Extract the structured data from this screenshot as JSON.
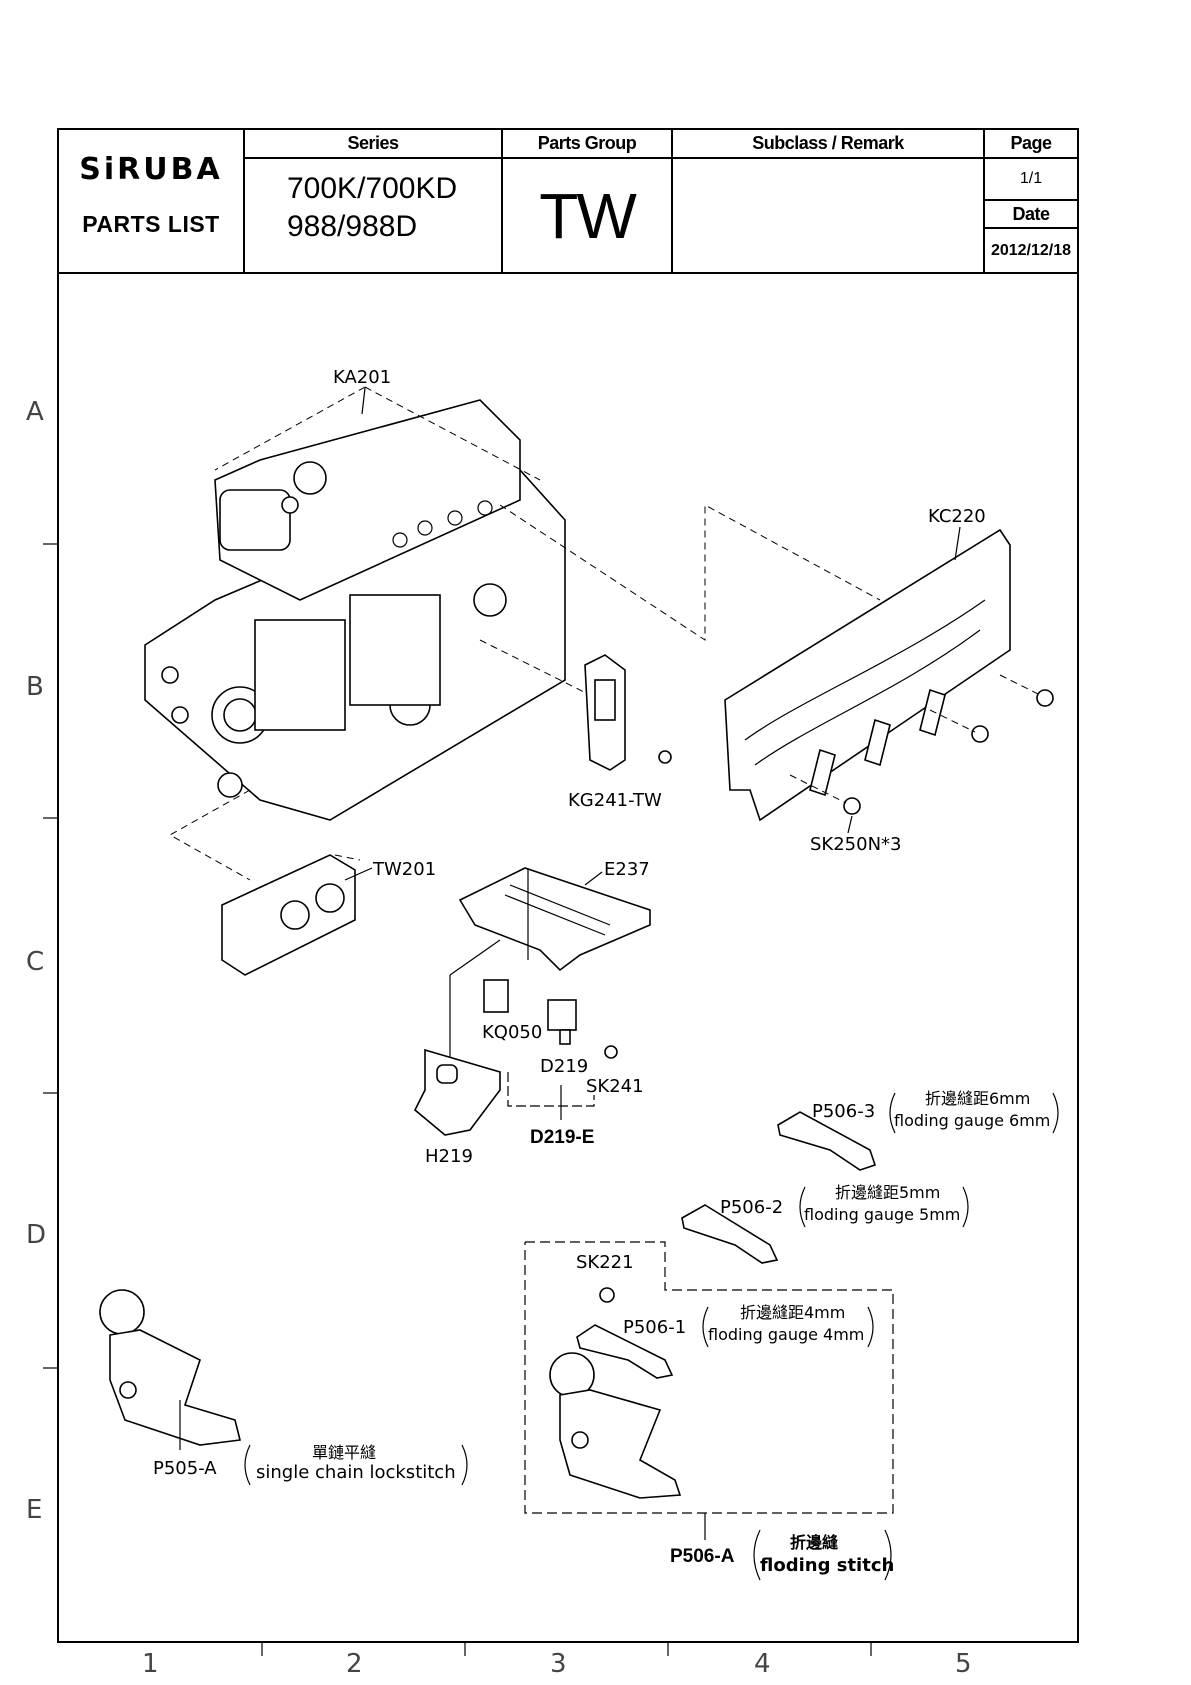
{
  "header": {
    "logo": "SiRUBA",
    "doc_type": "PARTS LIST",
    "series_label": "Series",
    "series_line1": "700K/700KD",
    "series_line2": "988/988D",
    "group_label": "Parts Group",
    "group_value": "TW",
    "remark_label": "Subclass / Remark",
    "remark_value": "",
    "page_label": "Page",
    "page_value": "1/1",
    "date_label": "Date",
    "date_value": "2012/12/18"
  },
  "grid": {
    "rows": [
      "A",
      "B",
      "C",
      "D",
      "E"
    ],
    "cols": [
      "1",
      "2",
      "3",
      "4",
      "5"
    ]
  },
  "parts": {
    "ka201": "KA201",
    "kc220": "KC220",
    "kg241": "KG241-TW",
    "sk250": "SK250N*3",
    "tw201": "TW201",
    "e237": "E237",
    "kq050": "KQ050",
    "d219": "D219",
    "sk241": "SK241",
    "d219e": "D219-E",
    "h219": "H219",
    "p5063": "P506-3",
    "p5063_zh": "折邊縫距6mm",
    "p5063_en": "floding  gauge  6mm",
    "p5062": "P506-2",
    "p5062_zh": "折邊縫距5mm",
    "p5062_en": "floding  gauge  5mm",
    "sk221": "SK221",
    "p5061": "P506-1",
    "p5061_zh": "折邊縫距4mm",
    "p5061_en": "floding  gauge  4mm",
    "p505a": "P505-A",
    "p505a_zh": "單鏈平縫",
    "p505a_en": "single  chain  lockstitch",
    "p506a": "P506-A",
    "p506a_zh": "折邊縫",
    "p506a_en": "floding  stitch"
  }
}
